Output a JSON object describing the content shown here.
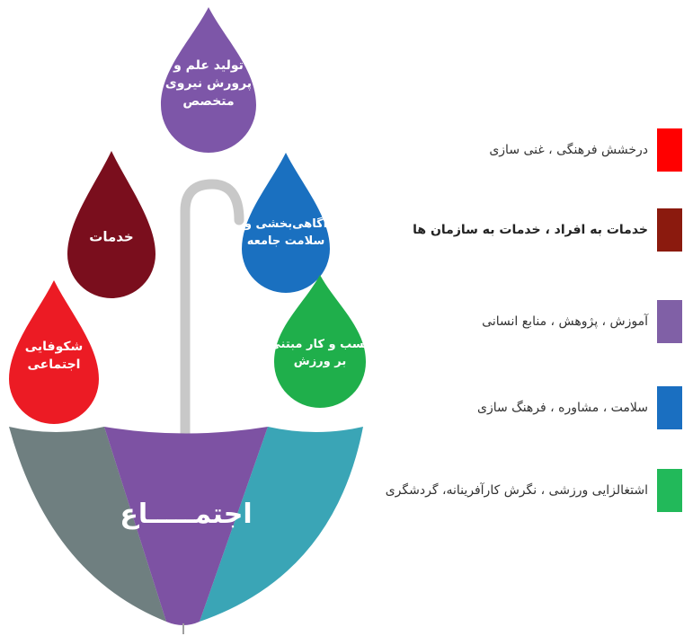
{
  "diagram": {
    "center_label": "اجتمـــــاع",
    "colors": {
      "handle": "#c8c8c8",
      "panel_left": "#6f7f80",
      "panel_center": "#7d52a3",
      "panel_right": "#3aa5b6"
    },
    "drops": [
      {
        "id": "research",
        "lines": [
          "تولید علم و",
          "پرورش نیروی",
          "متخصص"
        ],
        "color": "#7d56a8"
      },
      {
        "id": "services",
        "lines": [
          "خدمات"
        ],
        "color": "#7a0e1d"
      },
      {
        "id": "social",
        "lines": [
          "شکوفایی",
          "اجتماعی"
        ],
        "color": "#ec1b24"
      },
      {
        "id": "health",
        "lines": [
          "آگاهی‌بخشی و",
          "سلامت جامعه"
        ],
        "color": "#1a70c0"
      },
      {
        "id": "business",
        "lines": [
          "کسب و کار مبتنی",
          "بر ورزش"
        ],
        "color": "#1faf4b"
      }
    ]
  },
  "legend": [
    {
      "label": "درخشش فرهنگی ، غنی سازی",
      "color": "#ff0000",
      "bold": false
    },
    {
      "label": "خدمات به افراد ، خدمات به سازمان ها",
      "color": "#8b1a0e",
      "bold": true
    },
    {
      "label": "آموزش ، پژوهش ، منابع انسانی",
      "color": "#8060a6",
      "bold": false
    },
    {
      "label": "سلامت ، مشاوره ، فرهنگ سازی",
      "color": "#1a6fc1",
      "bold": false
    },
    {
      "label": "اشتغالزایی ورزشی ، نگرش کارآفرینانه، گردشگری",
      "color": "#22b95a",
      "bold": false
    }
  ]
}
